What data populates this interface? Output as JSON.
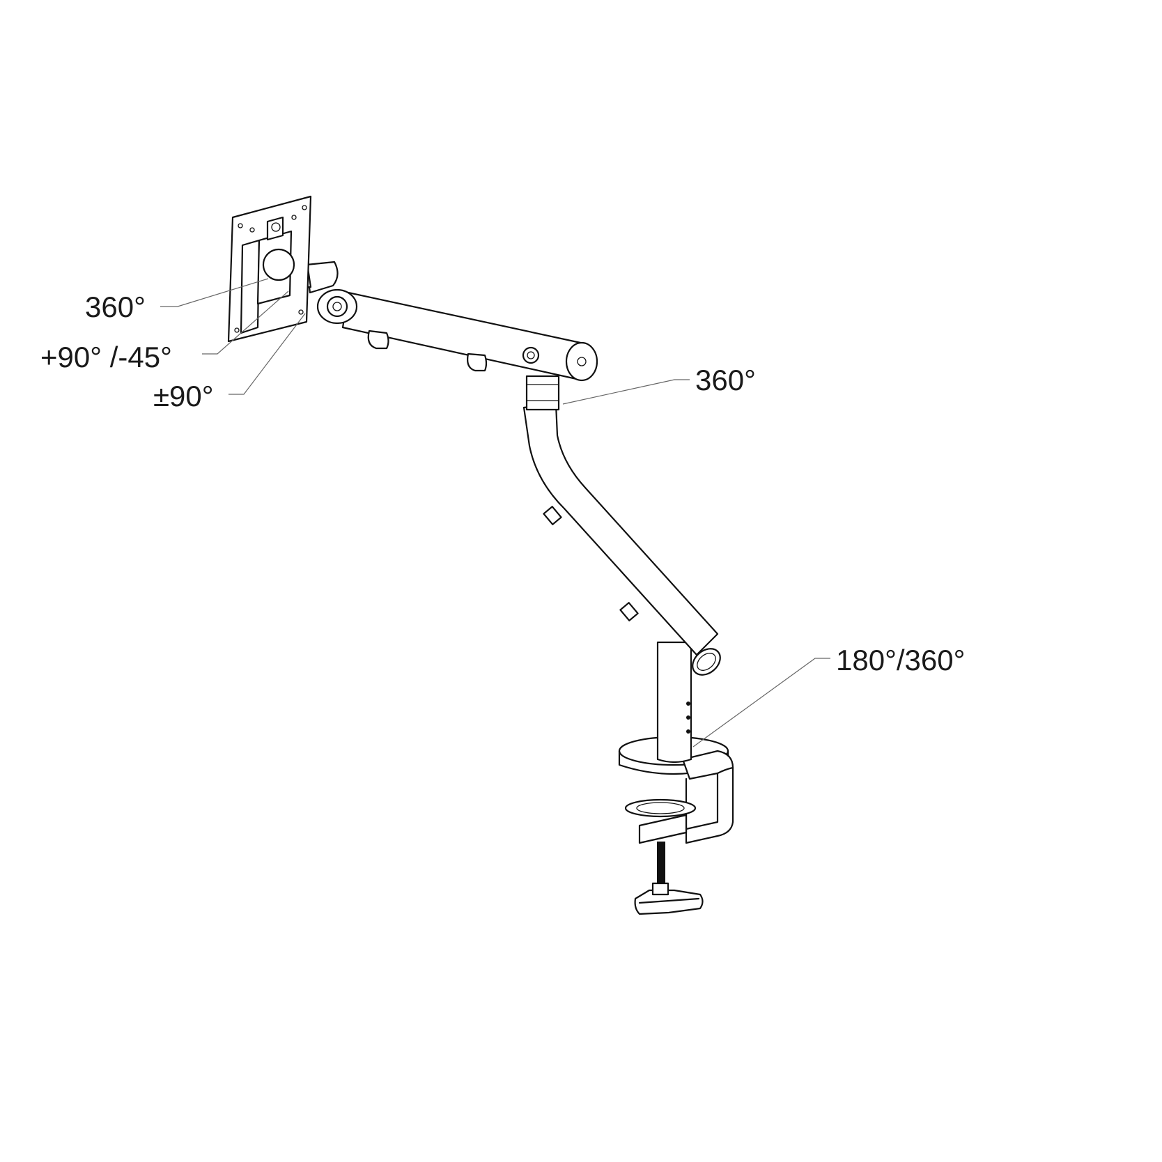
{
  "annotations": {
    "vesa_rotation": "360°",
    "tilt": "+90° /-45°",
    "swivel": "±90°",
    "arm_rotation": "360°",
    "base_rotation": "180°/360°"
  },
  "colors": {
    "line": "#111111",
    "leader": "#666666",
    "text": "#1a1a1a",
    "background": "#ffffff"
  }
}
